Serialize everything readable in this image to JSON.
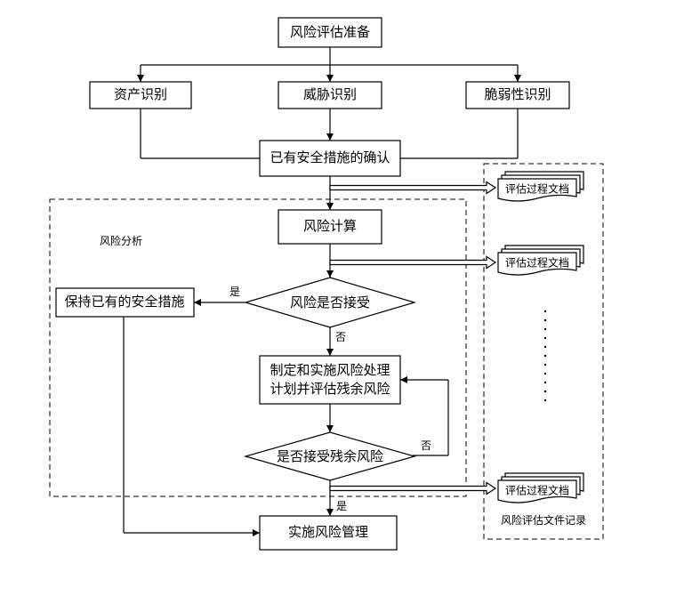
{
  "nodes": {
    "prep": "风险评估准备",
    "asset": "资产识别",
    "threat": "威胁识别",
    "vuln": "脆弱性识别",
    "confirm": "已有安全措施的确认",
    "calc": "风险计算",
    "accept": "风险是否接受",
    "keep": "保持已有的安全措施",
    "plan_line1": "制定和实施风险处理",
    "plan_line2": "计划并评估残余风险",
    "residual": "是否接受残余风险",
    "implement": "实施风险管理"
  },
  "labels": {
    "analysis_group": "风险分析",
    "records_group": "风险评估文件记录",
    "yes": "是",
    "no": "否"
  },
  "documents": [
    "评估过程文档",
    "评估过程文档",
    "评估过程文档"
  ]
}
